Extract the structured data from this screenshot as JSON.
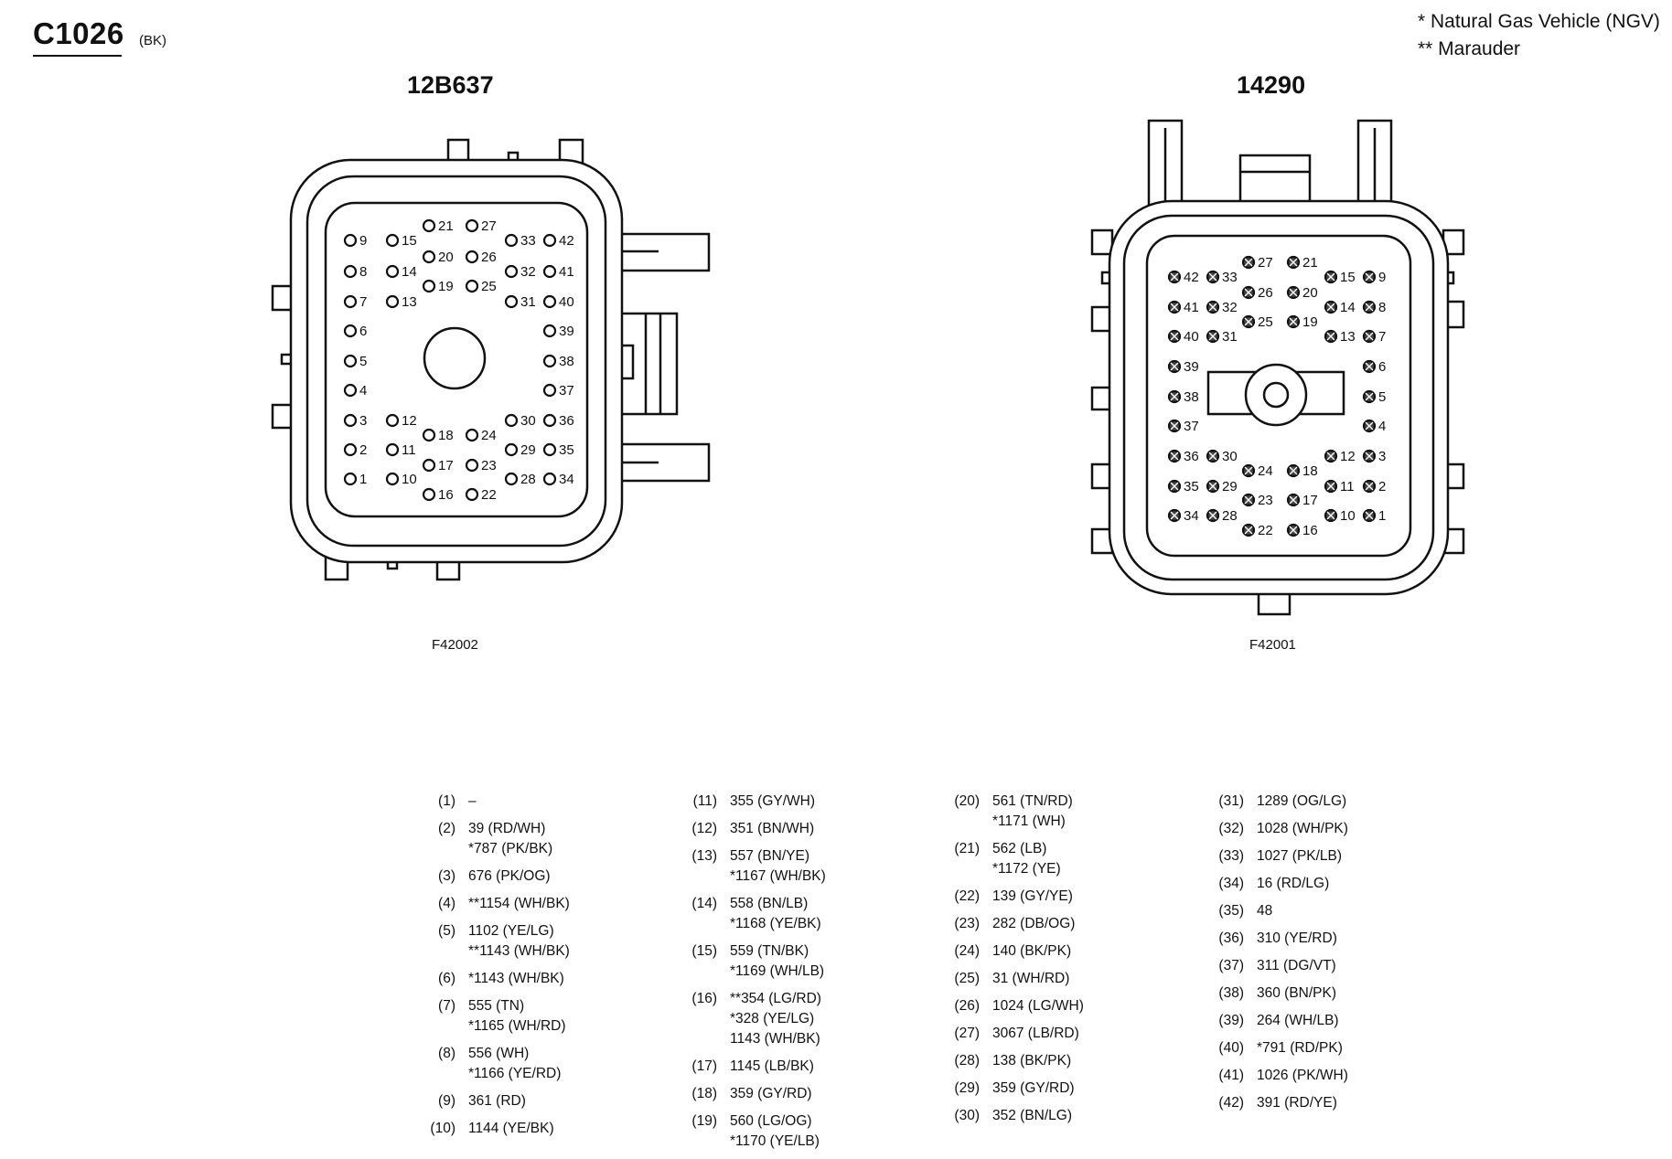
{
  "connector": {
    "id": "C1026",
    "color": "(BK)"
  },
  "legend": [
    "* Natural Gas Vehicle (NGV)",
    "** Marauder"
  ],
  "views": [
    {
      "part_number": "12B637",
      "figure": "F42002"
    },
    {
      "part_number": "14290",
      "figure": "F42001"
    }
  ],
  "left_pins": [
    "1",
    "2",
    "3",
    "4",
    "5",
    "6",
    "7",
    "8",
    "9",
    "10",
    "11",
    "12",
    "13",
    "14",
    "15",
    "16",
    "17",
    "18",
    "19",
    "20",
    "21",
    "22",
    "23",
    "24",
    "25",
    "26",
    "27",
    "28",
    "29",
    "30",
    "31",
    "32",
    "33",
    "34",
    "35",
    "36",
    "37",
    "38",
    "39",
    "40",
    "41",
    "42"
  ],
  "right_pins": [
    "1",
    "2",
    "3",
    "4",
    "5",
    "6",
    "7",
    "8",
    "9",
    "10",
    "11",
    "12",
    "13",
    "14",
    "15",
    "16",
    "17",
    "18",
    "19",
    "20",
    "21",
    "22",
    "23",
    "24",
    "25",
    "26",
    "27",
    "28",
    "29",
    "30",
    "31",
    "32",
    "33",
    "34",
    "35",
    "36",
    "37",
    "38",
    "39",
    "40",
    "41",
    "42"
  ],
  "pinout_columns": [
    [
      {
        "pin": "(1)",
        "wires": [
          "–"
        ]
      },
      {
        "pin": "(2)",
        "wires": [
          "39 (RD/WH)",
          "*787 (PK/BK)"
        ]
      },
      {
        "pin": "(3)",
        "wires": [
          "676 (PK/OG)"
        ]
      },
      {
        "pin": "(4)",
        "wires": [
          "**1154 (WH/BK)"
        ]
      },
      {
        "pin": "(5)",
        "wires": [
          "1102 (YE/LG)",
          "**1143 (WH/BK)"
        ]
      },
      {
        "pin": "(6)",
        "wires": [
          "*1143 (WH/BK)"
        ]
      },
      {
        "pin": "(7)",
        "wires": [
          "555 (TN)",
          "*1165 (WH/RD)"
        ]
      },
      {
        "pin": "(8)",
        "wires": [
          "556 (WH)",
          "*1166 (YE/RD)"
        ]
      },
      {
        "pin": "(9)",
        "wires": [
          "361 (RD)"
        ]
      },
      {
        "pin": "(10)",
        "wires": [
          "1144 (YE/BK)"
        ]
      }
    ],
    [
      {
        "pin": "(11)",
        "wires": [
          "355 (GY/WH)"
        ]
      },
      {
        "pin": "(12)",
        "wires": [
          "351 (BN/WH)"
        ]
      },
      {
        "pin": "(13)",
        "wires": [
          "557 (BN/YE)",
          "*1167 (WH/BK)"
        ]
      },
      {
        "pin": "(14)",
        "wires": [
          "558 (BN/LB)",
          "*1168 (YE/BK)"
        ]
      },
      {
        "pin": "(15)",
        "wires": [
          "559 (TN/BK)",
          "*1169 (WH/LB)"
        ]
      },
      {
        "pin": "(16)",
        "wires": [
          "**354 (LG/RD)",
          "*328 (YE/LG)",
          "1143 (WH/BK)"
        ]
      },
      {
        "pin": "(17)",
        "wires": [
          "1145 (LB/BK)"
        ]
      },
      {
        "pin": "(18)",
        "wires": [
          "359 (GY/RD)"
        ]
      },
      {
        "pin": "(19)",
        "wires": [
          "560 (LG/OG)",
          "*1170 (YE/LB)"
        ]
      }
    ],
    [
      {
        "pin": "(20)",
        "wires": [
          "561 (TN/RD)",
          "*1171 (WH)"
        ]
      },
      {
        "pin": "(21)",
        "wires": [
          "562 (LB)",
          "*1172 (YE)"
        ]
      },
      {
        "pin": "(22)",
        "wires": [
          "139 (GY/YE)"
        ]
      },
      {
        "pin": "(23)",
        "wires": [
          "282 (DB/OG)"
        ]
      },
      {
        "pin": "(24)",
        "wires": [
          "140 (BK/PK)"
        ]
      },
      {
        "pin": "(25)",
        "wires": [
          "31 (WH/RD)"
        ]
      },
      {
        "pin": "(26)",
        "wires": [
          "1024 (LG/WH)"
        ]
      },
      {
        "pin": "(27)",
        "wires": [
          "3067 (LB/RD)"
        ]
      },
      {
        "pin": "(28)",
        "wires": [
          "138 (BK/PK)"
        ]
      },
      {
        "pin": "(29)",
        "wires": [
          "359 (GY/RD)"
        ]
      },
      {
        "pin": "(30)",
        "wires": [
          "352 (BN/LG)"
        ]
      }
    ],
    [
      {
        "pin": "(31)",
        "wires": [
          "1289 (OG/LG)"
        ]
      },
      {
        "pin": "(32)",
        "wires": [
          "1028 (WH/PK)"
        ]
      },
      {
        "pin": "(33)",
        "wires": [
          "1027 (PK/LB)"
        ]
      },
      {
        "pin": "(34)",
        "wires": [
          "16 (RD/LG)"
        ]
      },
      {
        "pin": "(35)",
        "wires": [
          "48"
        ]
      },
      {
        "pin": "(36)",
        "wires": [
          "310 (YE/RD)"
        ]
      },
      {
        "pin": "(37)",
        "wires": [
          "311 (DG/VT)"
        ]
      },
      {
        "pin": "(38)",
        "wires": [
          "360 (BN/PK)"
        ]
      },
      {
        "pin": "(39)",
        "wires": [
          "264 (WH/LB)"
        ]
      },
      {
        "pin": "(40)",
        "wires": [
          "*791 (RD/PK)"
        ]
      },
      {
        "pin": "(41)",
        "wires": [
          "1026 (PK/WH)"
        ]
      },
      {
        "pin": "(42)",
        "wires": [
          "391 (RD/YE)"
        ]
      }
    ]
  ]
}
